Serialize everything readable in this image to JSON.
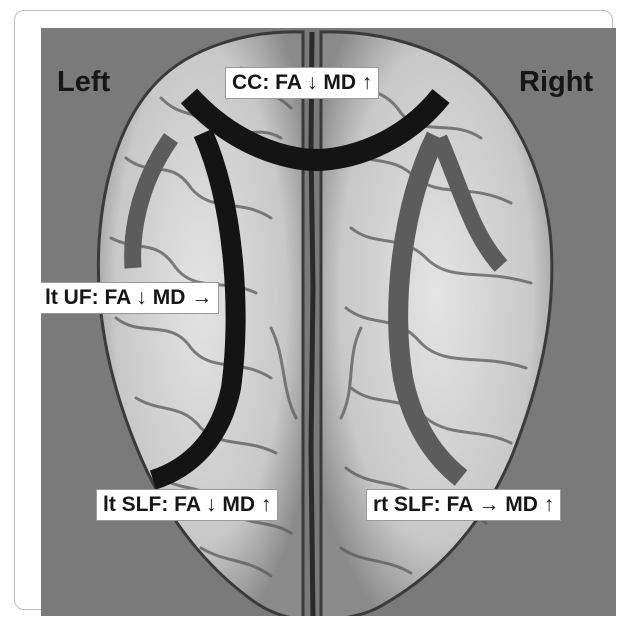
{
  "figure": {
    "side_labels": {
      "left": "Left",
      "right": "Right"
    },
    "tracts": {
      "cc": "CC: FA ↓ MD ↑",
      "lt_uf": "lt UF: FA ↓ MD →",
      "lt_slf": "lt SLF: FA ↓ MD ↑",
      "rt_slf": "rt SLF: FA → MD ↑"
    },
    "colors": {
      "background": "#7a7a7a",
      "brain": "#d4d4d4",
      "tract_black": "#141414",
      "tract_gray": "#5c5c5c",
      "label_box": "#ffffff"
    }
  }
}
